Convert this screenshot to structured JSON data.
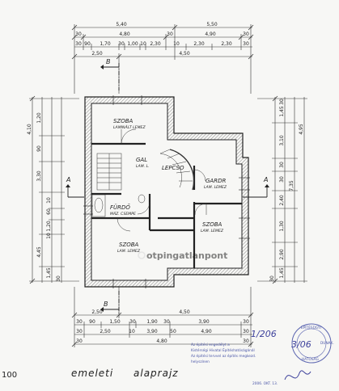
{
  "scale": "100",
  "title": {
    "word1": "emeleti",
    "word2": "alaprajz"
  },
  "section_marks": {
    "bb_top": "B",
    "bb_bottom": "B",
    "aa_left": "A",
    "aa_right": "A"
  },
  "dims_top": {
    "row1": [
      "5,40",
      "5,50"
    ],
    "row2": [
      "30",
      "4,80",
      "30",
      "4,90",
      "30"
    ],
    "row3": [
      "30",
      "90",
      "1,70",
      "30",
      "1,00",
      "10",
      "2,30",
      "10",
      "2,30",
      "2,30",
      "30"
    ],
    "row4": [
      "2,50",
      "4,50"
    ]
  },
  "dims_bottom": {
    "row1": [
      "2,50",
      "4,50"
    ],
    "row2": [
      "30",
      "90",
      "1,50",
      "30",
      "1,90",
      "30",
      "3,90",
      "30"
    ],
    "row3": [
      "30",
      "2,50",
      "10",
      "3,90",
      "50",
      "4,90",
      "30"
    ],
    "row4": [
      "30",
      "4,80",
      "30"
    ]
  },
  "dims_left": [
    "1,20",
    "90",
    "3,30",
    "4,10",
    "10",
    "60",
    "1,20",
    "10",
    "4,45",
    "1,45",
    "30"
  ],
  "dims_right": [
    "4,95",
    "7,35",
    "1,45",
    "3,10",
    "30",
    "30",
    "2,40",
    "1,30",
    "2,90",
    "1,45",
    "30",
    "30"
  ],
  "rooms": [
    {
      "name": "SZOBA",
      "finish": "LAMINÁLT LEMEZ"
    },
    {
      "name": "GAL",
      "finish": "LAM. L."
    },
    {
      "name": "LEPCSO",
      "finish": ""
    },
    {
      "name": "GARDR",
      "finish": "LAM. LEMEZ"
    },
    {
      "name": "FÜRDŐ",
      "finish": "MÁZ. CSEMPE"
    },
    {
      "name": "SZOBA",
      "finish": "LAM. LEMEZ"
    },
    {
      "name": "SZOBA",
      "finish": "LAM. LEMEZ"
    }
  ],
  "watermark": "otpingatlanpont",
  "stamp": {
    "number": "1/206",
    "slash": "3/06",
    "lines": [
      "Az építési engedélyt a",
      "Kistérségi Hivatal Építéshatóságánál",
      "Az építési tervvel az építés megkezd.",
      "helyszínen",
      "2006. OKT. 13."
    ],
    "round": [
      "ÉPÍTÉSÜGYI",
      "HATÓSÁG",
      "DUNAK."
    ]
  }
}
